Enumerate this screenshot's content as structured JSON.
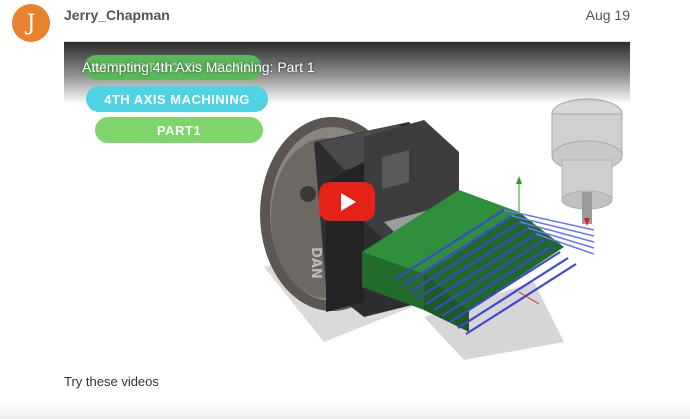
{
  "post": {
    "avatar_letter": "J",
    "avatar_color": "#e8822e",
    "username": "Jerry_Chapman",
    "date": "Aug 19"
  },
  "video": {
    "title": "Attempting 4th Axis Machining: Part 1",
    "ghost_banner": "ATTEMPTING TO LEARN",
    "banner_axis": "4TH AXIS MACHINING",
    "banner_part": "PART1",
    "jaw_text": "DAN",
    "play_icon": "youtube-play-icon"
  },
  "caption": "Try these videos"
}
